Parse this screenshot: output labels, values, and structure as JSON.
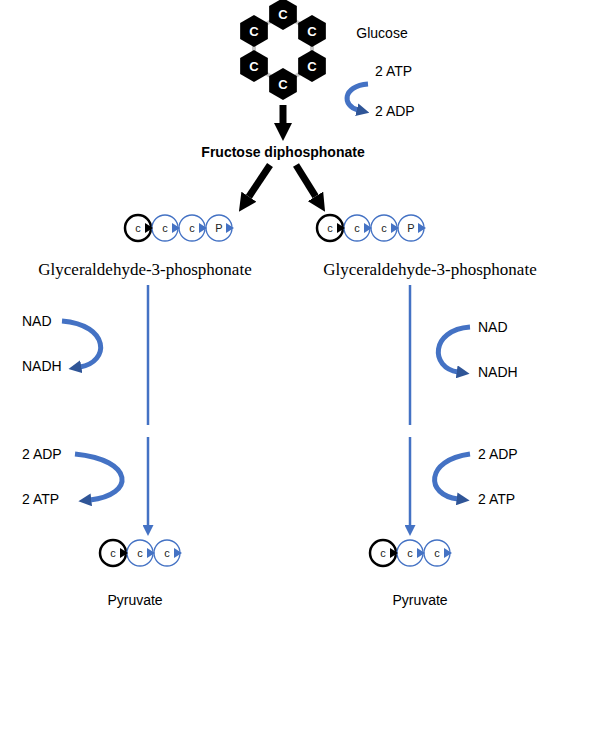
{
  "diagram": {
    "nodes": [
      {
        "text": [
          "C",
          "C",
          "C",
          "C",
          "C",
          "C",
          "Glucose"
        ]
      },
      {
        "text": [
          "Fructose diphosphonate"
        ]
      },
      {
        "text": [
          "c",
          "c",
          "c",
          "P",
          "Glyceraldehyde-3-phosphonate"
        ]
      },
      {
        "text": [
          "c",
          "c",
          "c",
          "P",
          "Glyceraldehyde-3-phosphonate"
        ]
      },
      {
        "text": [
          "c",
          "c",
          "c",
          "Pyruvate"
        ]
      },
      {
        "text": [
          "c",
          "c",
          "c",
          "Pyruvate"
        ]
      }
    ],
    "edges": [
      {
        "from": 0,
        "to": 1,
        "arrow": "to"
      },
      {
        "from": 1,
        "to": 2,
        "arrow": "to"
      },
      {
        "from": 1,
        "to": 3,
        "arrow": "to"
      },
      {
        "from": 2,
        "to": 4,
        "arrow": "to"
      },
      {
        "from": 3,
        "to": 5,
        "arrow": "to"
      }
    ],
    "labels": [
      "2 ATP",
      "2 ADP",
      "NAD",
      "NADH",
      "2 ADP",
      "2 ATP",
      "NAD",
      "NADH",
      "2 ADP",
      "2 ATP"
    ]
  }
}
